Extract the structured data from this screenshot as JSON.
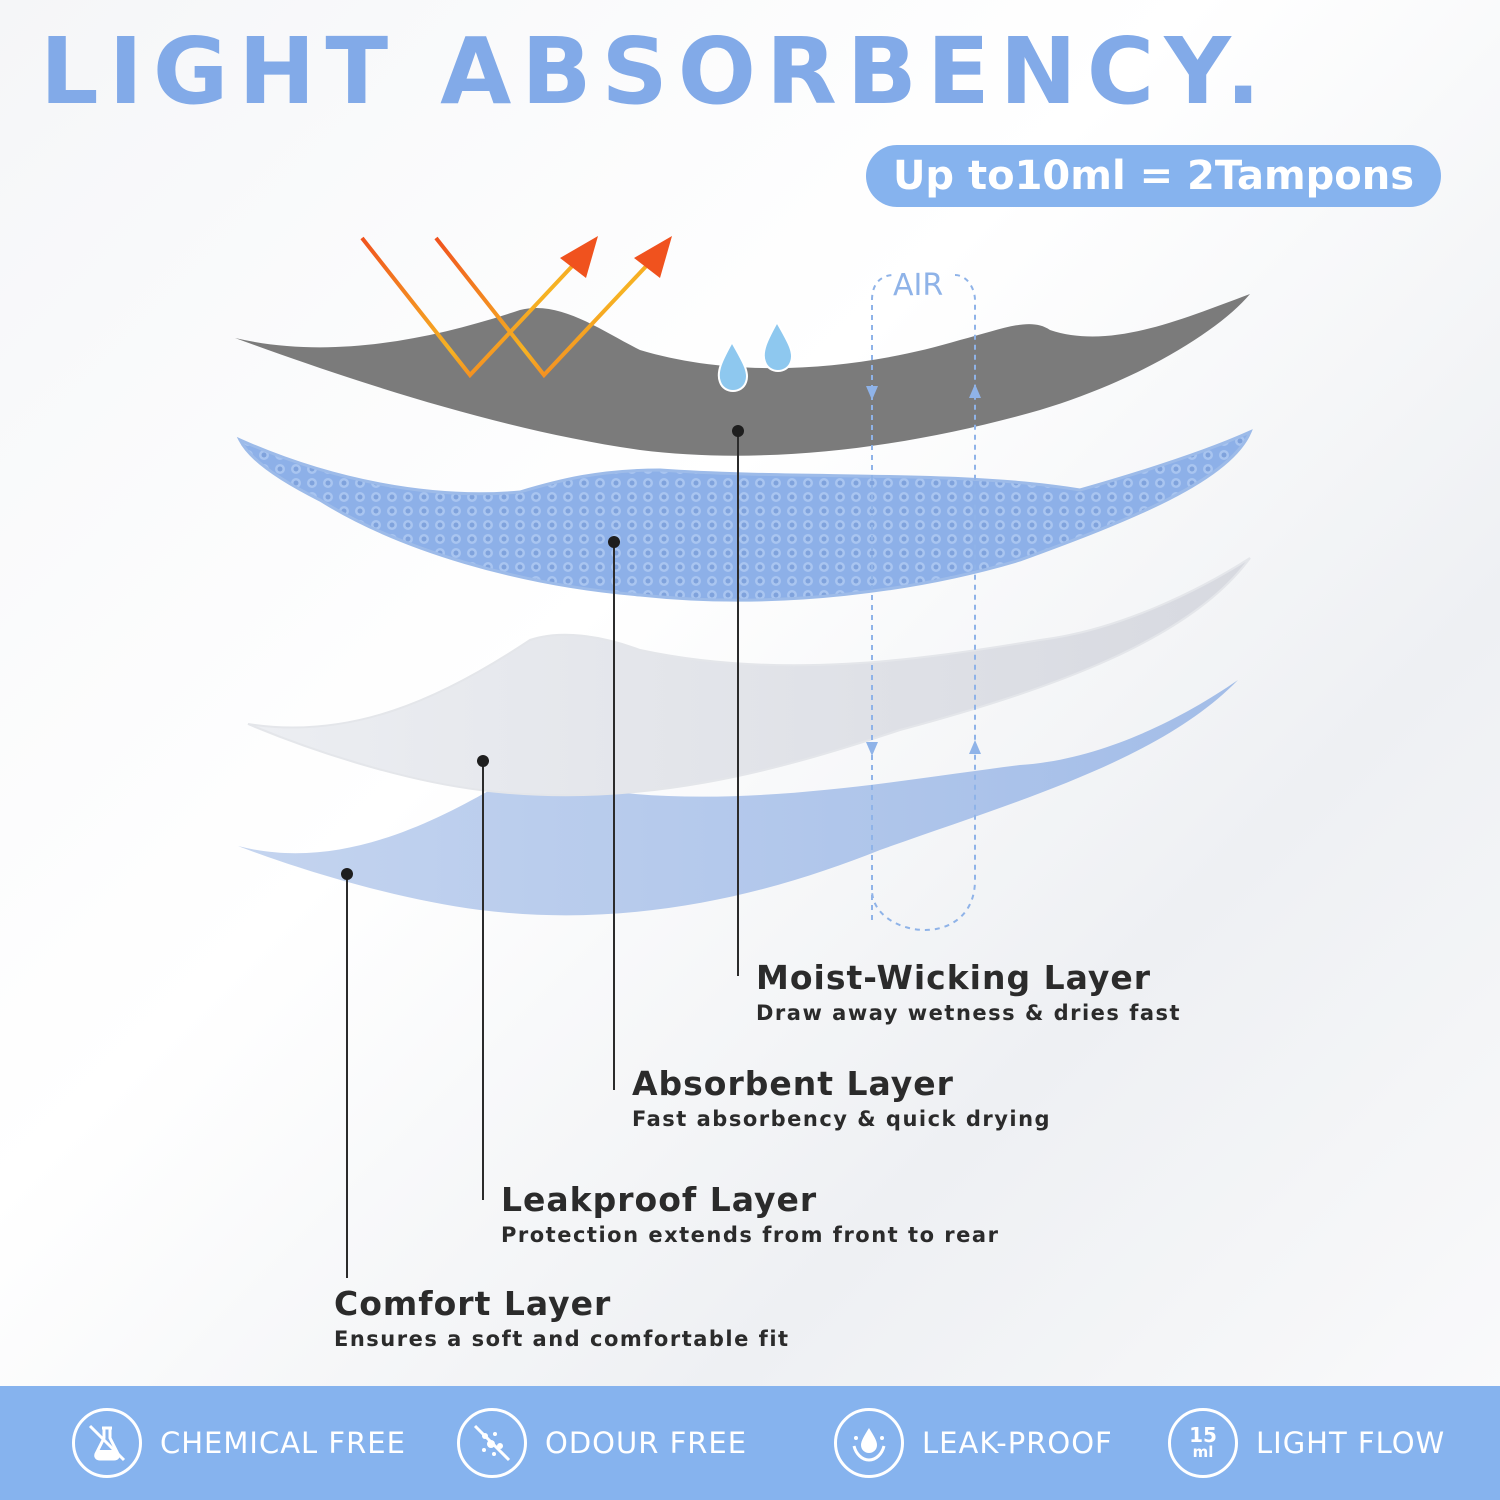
{
  "header": {
    "title": "LIGHT ABSORBENCY.",
    "badge": "Up to10ml = 2Tampons"
  },
  "diagram": {
    "air_label": "AIR",
    "layers": [
      {
        "title": "Moist-Wicking Layer",
        "subtitle": "Draw away wetness & dries fast"
      },
      {
        "title": "Absorbent Layer",
        "subtitle": "Fast absorbency & quick drying"
      },
      {
        "title": "Leakproof Layer",
        "subtitle": "Protection extends from front to rear"
      },
      {
        "title": "Comfort Layer",
        "subtitle": "Ensures a soft and comfortable fit"
      }
    ],
    "colors": {
      "wicking": "#7b7b7b",
      "absorbent": "#8db0e8",
      "leakproof": "#dcdde3",
      "comfort": "#a9c1e8",
      "arrow": "#f0521e",
      "accent": "#82aae8"
    }
  },
  "features": [
    {
      "label": "CHEMICAL FREE",
      "icon": "flask-no-icon"
    },
    {
      "label": "ODOUR FREE",
      "icon": "odour-no-icon"
    },
    {
      "label": "LEAK-PROOF",
      "icon": "leak-proof-icon"
    },
    {
      "label": "LIGHT FLOW",
      "icon": "15ml-icon",
      "icon_number": "15",
      "icon_unit": "ml"
    }
  ]
}
